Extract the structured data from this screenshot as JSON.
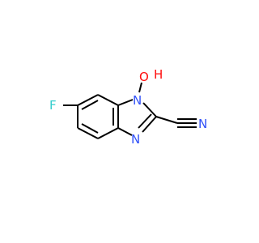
{
  "molecule": {
    "atoms": {
      "fluorine": {
        "symbol": "F",
        "color": "#33cccc"
      },
      "n_top": {
        "symbol": "N",
        "color": "#3050f8"
      },
      "oxygen": {
        "symbol": "O",
        "color": "#ff0d0d"
      },
      "hydrogen": {
        "symbol": "H",
        "color": "#3050f8"
      },
      "n_bottom": {
        "symbol": "N",
        "color": "#3050f8"
      },
      "n_nitrile": {
        "symbol": "N",
        "color": "#3050f8"
      }
    },
    "bond_color": "#000000"
  }
}
